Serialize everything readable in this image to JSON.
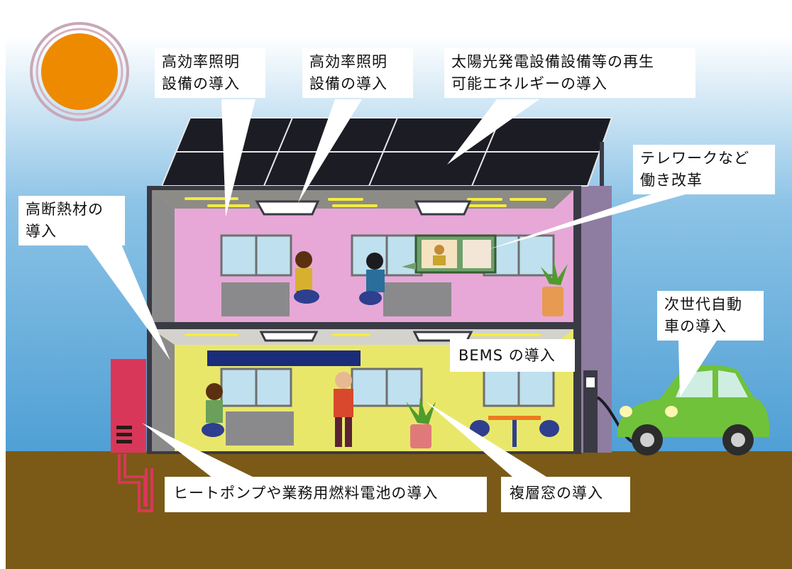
{
  "callouts": {
    "lighting_1": [
      "高効率照明",
      "設備の導入"
    ],
    "lighting_2": [
      "高効率照明",
      "設備の導入"
    ],
    "solar": [
      "太陽光発電設備設備等の再生",
      "可能エネルギーの導入"
    ],
    "telework": [
      "テレワークなど",
      "働き改革"
    ],
    "insulation": [
      "高断熱材の",
      "導入"
    ],
    "ev": [
      "次世代自動",
      "車の導入"
    ],
    "bems": "BEMS の導入",
    "heat_pump": "ヒートポンプや業務用燃料電池の導入",
    "multi_window": "複層窓の導入"
  },
  "colors": {
    "sky_top": "#ffffff",
    "sky_bottom": "#5aa6d8",
    "ground": "#7b5a17",
    "sun": "#ee8a00",
    "upper_floor": "#e7a8d7",
    "lower_floor": "#e9e76a",
    "building_frame": "#3a3a44",
    "solar_panel": "#1c1c24",
    "car": "#6fc23a",
    "heat_pump_unit": "#d9375a"
  }
}
